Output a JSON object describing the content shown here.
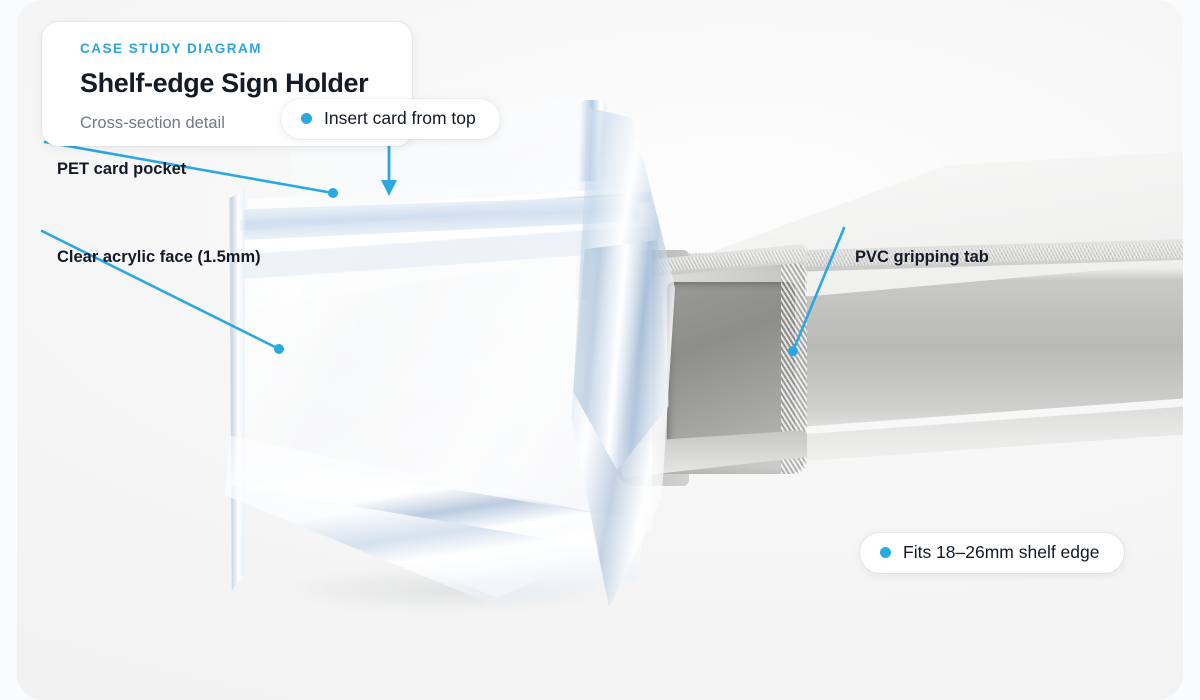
{
  "canvas": {
    "background_color": "#f4f4f4",
    "page_color": "#fafbfd",
    "accent_color": "#2aa8e2",
    "text_color": "#141a27"
  },
  "header": {
    "eyebrow": "CASE STUDY DIAGRAM",
    "title": "Shelf-edge Sign Holder",
    "subtitle": "Cross-section detail"
  },
  "callouts": [
    {
      "id": "insert",
      "label": "Insert card from top",
      "marker": "bullet-dot",
      "leader": "down-arrow"
    },
    {
      "id": "fits",
      "label": "Fits 18–26mm shelf edge",
      "marker": "bullet-dot",
      "leader": "none"
    }
  ],
  "labels": [
    {
      "id": "pet",
      "text": "PET card pocket",
      "leader": "line-to-dot"
    },
    {
      "id": "acrylic",
      "text": "Clear acrylic face (1.5mm)",
      "leader": "line-to-dot"
    },
    {
      "id": "pvc",
      "text": "PVC gripping tab",
      "leader": "line-to-dot"
    }
  ],
  "product": {
    "name": "Shelf-edge Sign Holder",
    "view": "Cross-section detail",
    "materials": [
      "Clear acrylic face (1.5mm)",
      "PET card pocket",
      "PVC gripping tab"
    ],
    "fit_range": "18–26mm shelf edge"
  }
}
